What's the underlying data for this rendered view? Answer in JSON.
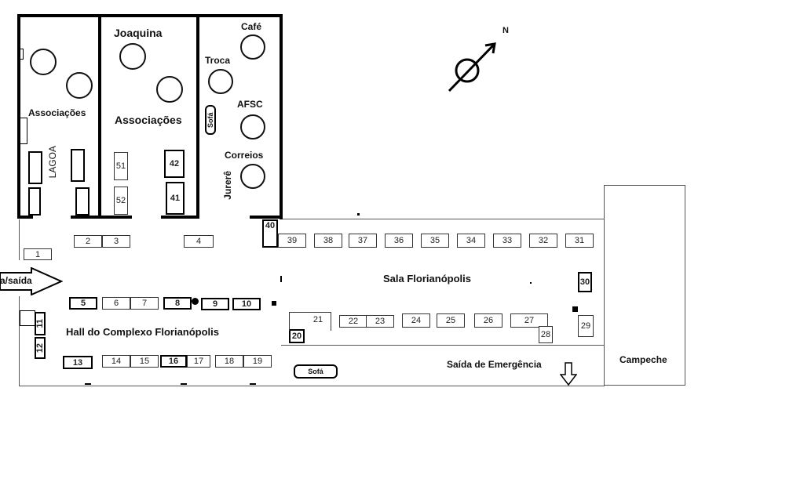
{
  "labels": {
    "joaquina": "Joaquina",
    "associacoes_left": "Associações",
    "associacoes_mid": "Associações",
    "lagoa": "LAGOA",
    "cafe": "Café",
    "troca": "Troca",
    "afsc": "AFSC",
    "correios": "Correios",
    "jurere": "Jurerê",
    "sala": "Sala Florianópolis",
    "hall": "Hall do Complexo Florianópolis",
    "saida_emergencia": "Saída de Emergência",
    "campeche": "Campeche",
    "entrada": "a/saída",
    "north": "N",
    "sofa_small": "Sofá",
    "sofa_bottom": "Sofá"
  },
  "booths": {
    "b1": "1",
    "b2": "2",
    "b3": "3",
    "b4": "4",
    "b5": "5",
    "b6": "6",
    "b7": "7",
    "b8": "8",
    "b9": "9",
    "b10": "10",
    "b11": "11",
    "b12": "12",
    "b13": "13",
    "b14": "14",
    "b15": "15",
    "b16": "16",
    "b17": "17",
    "b18": "18",
    "b19": "19",
    "b20": "20",
    "b21": "21",
    "b22": "22",
    "b23": "23",
    "b24": "24",
    "b25": "25",
    "b26": "26",
    "b27": "27",
    "b28": "28",
    "b29": "29",
    "b30": "30",
    "b31": "31",
    "b32": "32",
    "b33": "33",
    "b34": "34",
    "b35": "35",
    "b36": "36",
    "b37": "37",
    "b38": "38",
    "b39": "39",
    "b40": "40",
    "b41": "41",
    "b42": "42",
    "b51": "51",
    "b52": "52"
  }
}
